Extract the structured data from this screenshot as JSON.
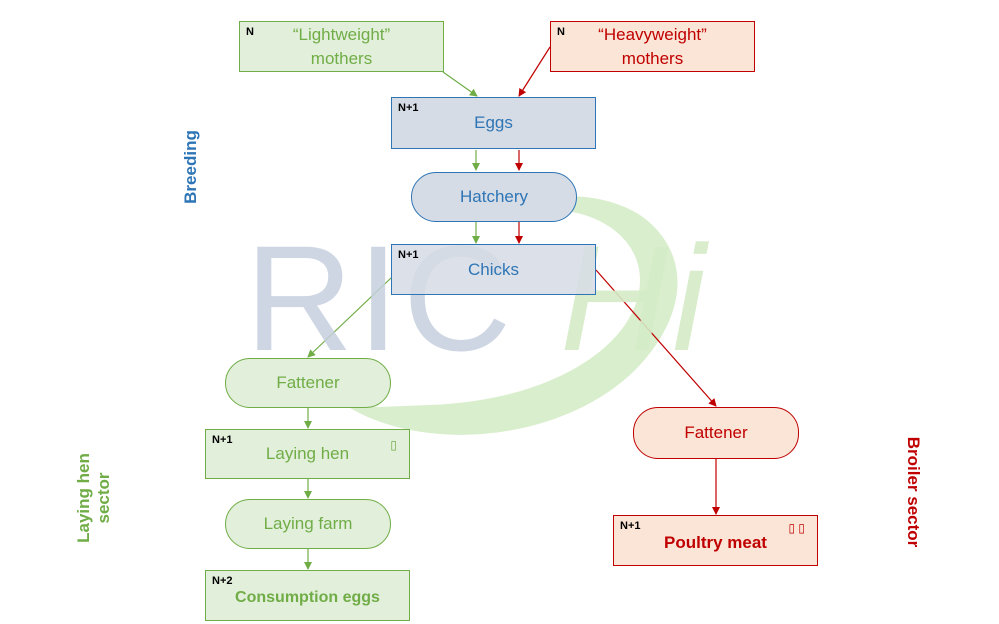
{
  "watermark": {
    "text_left": "RIC",
    "text_right": "Hi",
    "color_blue": "#c5d0dd",
    "color_green": "#d5ecc8"
  },
  "colors": {
    "green": "#70ad47",
    "red": "#c00000",
    "blue": "#2e75b6"
  },
  "nodes": {
    "light_mothers": {
      "tag": "N",
      "label": "“Lightweight” mothers"
    },
    "heavy_mothers": {
      "tag": "N",
      "label": "“Heavyweight” mothers"
    },
    "eggs": {
      "tag": "N+1",
      "label": "Eggs"
    },
    "hatchery": {
      "label": "Hatchery"
    },
    "chicks": {
      "tag": "N+1",
      "label": "Chicks"
    },
    "fattener_left": {
      "label": "Fattener"
    },
    "laying_hen": {
      "tag": "N+1",
      "label": "Laying hen",
      "glyph": "▯"
    },
    "laying_farm": {
      "label": "Laying farm"
    },
    "consumption_eggs": {
      "tag": "N+2",
      "label": "Consumption eggs"
    },
    "fattener_right": {
      "label": "Fattener"
    },
    "poultry_meat": {
      "tag": "N+1",
      "label": "Poultry meat",
      "glyph": "▯ ▯"
    }
  },
  "side_labels": {
    "breeding": "Breeding",
    "laying_sector": "Laying hen sector",
    "broiler_sector": "Broiler sector"
  }
}
